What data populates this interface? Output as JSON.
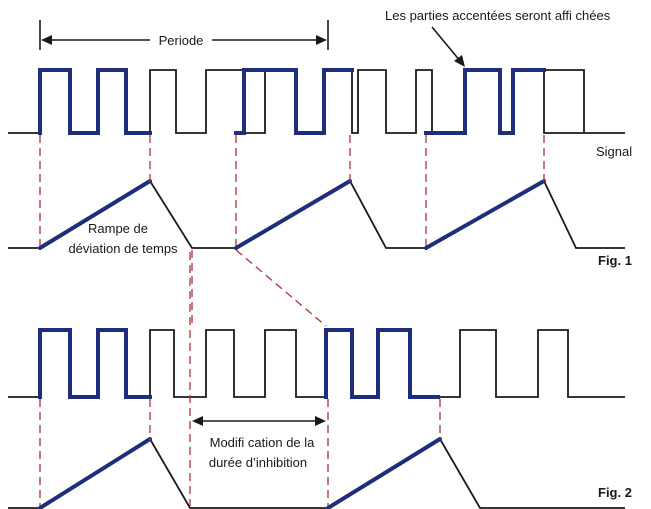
{
  "labels": {
    "period": "Periode",
    "highlight_note": "Les parties accentées seront affi chées",
    "signal": "Signal",
    "ramp_line1": "Rampe de",
    "ramp_line2": "déviation de temps",
    "fig1": "Fig. 1",
    "inhibit_line1": "Modifi cation de la",
    "inhibit_line2": "durée d’inhibition",
    "fig2": "Fig. 2"
  },
  "colors": {
    "highlight": "#1e2e7a",
    "base": "#1a1a1a",
    "trigger_dash": "#b0303a"
  }
}
